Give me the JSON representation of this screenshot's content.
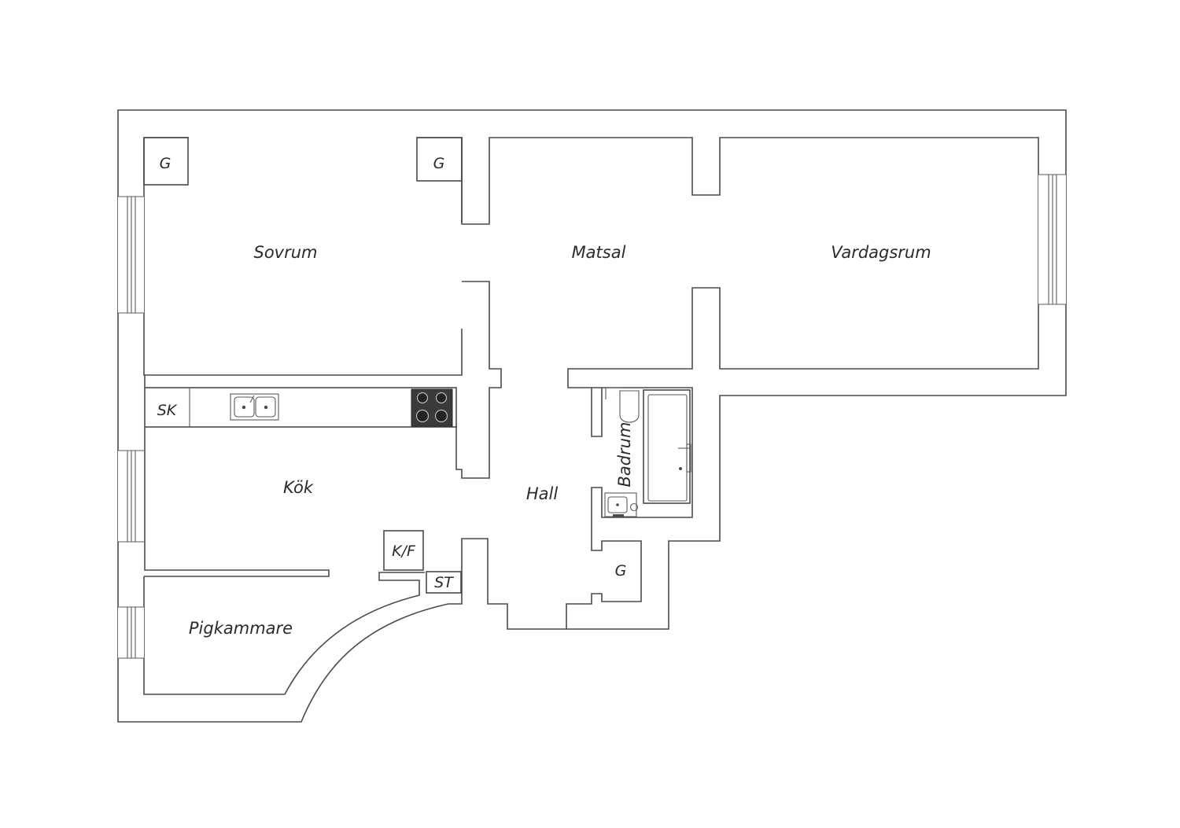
{
  "rooms": {
    "sovrum": "Sovrum",
    "matsal": "Matsal",
    "vardagsrum": "Vardagsrum",
    "kok": "Kök",
    "hall": "Hall",
    "badrum": "Badrum",
    "pigkammare": "Pigkammare"
  },
  "fixtures": {
    "g_sovrum_left": "G",
    "g_sovrum_right": "G",
    "g_hall": "G",
    "sk": "SK",
    "kf": "K/F",
    "st": "ST"
  }
}
